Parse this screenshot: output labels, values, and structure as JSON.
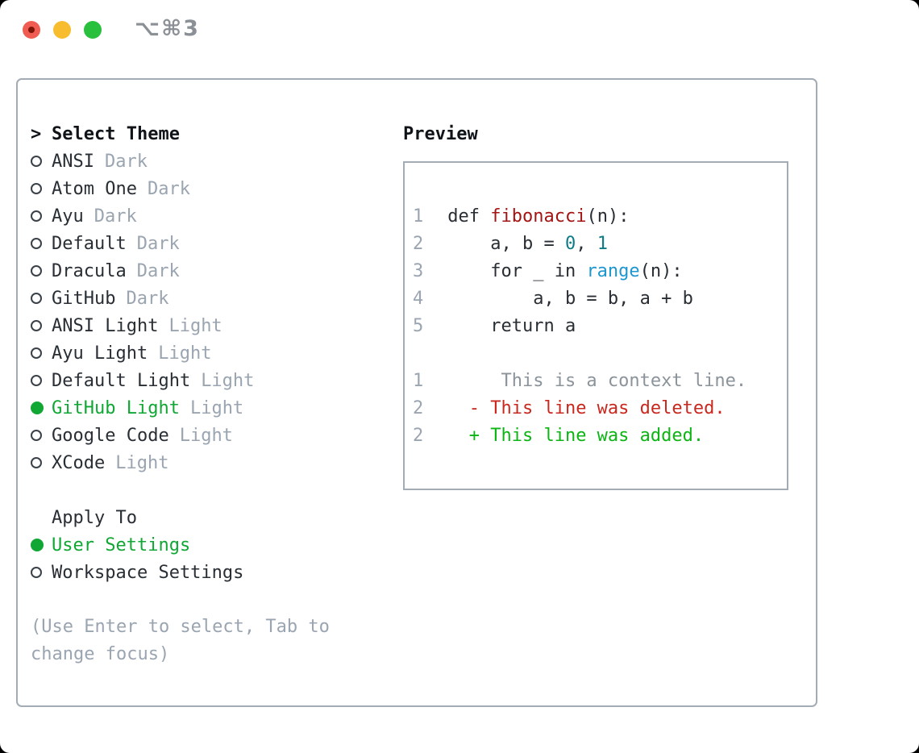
{
  "window": {
    "title": "⌥⌘3",
    "traffic_lights": [
      "close",
      "minimize",
      "zoom"
    ]
  },
  "theme_list": {
    "cursor_prefix": ">",
    "header": "Select Theme",
    "items": [
      {
        "name": "ANSI",
        "variant": "Dark",
        "selected": false
      },
      {
        "name": "Atom One",
        "variant": "Dark",
        "selected": false
      },
      {
        "name": "Ayu",
        "variant": "Dark",
        "selected": false
      },
      {
        "name": "Default",
        "variant": "Dark",
        "selected": false
      },
      {
        "name": "Dracula",
        "variant": "Dark",
        "selected": false
      },
      {
        "name": "GitHub",
        "variant": "Dark",
        "selected": false
      },
      {
        "name": "ANSI Light",
        "variant": "Light",
        "selected": false
      },
      {
        "name": "Ayu Light",
        "variant": "Light",
        "selected": false
      },
      {
        "name": "Default Light",
        "variant": "Light",
        "selected": false
      },
      {
        "name": "GitHub Light",
        "variant": "Light",
        "selected": true
      },
      {
        "name": "Google Code",
        "variant": "Light",
        "selected": false
      },
      {
        "name": "XCode",
        "variant": "Light",
        "selected": false
      }
    ]
  },
  "apply_to": {
    "header": "Apply To",
    "options": [
      {
        "label": "User Settings",
        "selected": true
      },
      {
        "label": "Workspace Settings",
        "selected": false
      }
    ]
  },
  "hint": "(Use Enter to select, Tab to change focus)",
  "preview": {
    "title": "Preview",
    "code_lines": [
      {
        "num": "1",
        "segments": [
          {
            "t": "def ",
            "c": "code"
          },
          {
            "t": "fibonacci",
            "c": "func"
          },
          {
            "t": "(n):",
            "c": "code"
          }
        ]
      },
      {
        "num": "2",
        "segments": [
          {
            "t": "    a, b = ",
            "c": "code"
          },
          {
            "t": "0",
            "c": "num"
          },
          {
            "t": ", ",
            "c": "code"
          },
          {
            "t": "1",
            "c": "num"
          }
        ]
      },
      {
        "num": "3",
        "segments": [
          {
            "t": "    for _ in ",
            "c": "code"
          },
          {
            "t": "range",
            "c": "builtin"
          },
          {
            "t": "(n):",
            "c": "code"
          }
        ]
      },
      {
        "num": "4",
        "segments": [
          {
            "t": "        a, b = b, a + b",
            "c": "code"
          }
        ]
      },
      {
        "num": "5",
        "segments": [
          {
            "t": "    return a",
            "c": "code"
          }
        ]
      },
      {
        "num": "",
        "segments": []
      },
      {
        "num": "1",
        "segments": [
          {
            "t": "     This is a context line.",
            "c": "context"
          }
        ]
      },
      {
        "num": "2",
        "segments": [
          {
            "t": "  - This line was deleted.",
            "c": "del"
          }
        ]
      },
      {
        "num": "2",
        "segments": [
          {
            "t": "  + This line was added.",
            "c": "add"
          }
        ]
      }
    ]
  },
  "colors": {
    "selection_green": "#10a734",
    "added_green": "#0cb514",
    "deleted_red": "#c9281e",
    "function_red": "#a31414",
    "number_teal": "#0e7c86",
    "builtin_blue": "#1e96cf",
    "text_dark": "#282e34",
    "text_muted": "#9aa5b1",
    "border_gray": "#a3abb5",
    "traffic_red": "#f05c51",
    "traffic_yellow": "#f7bd2e",
    "traffic_green": "#28c03c"
  }
}
